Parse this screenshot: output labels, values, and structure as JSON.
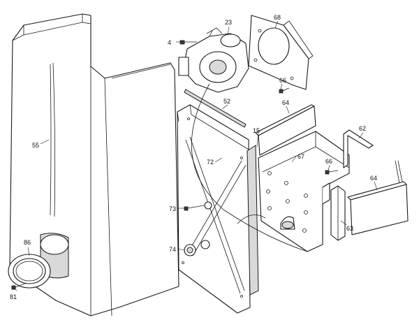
{
  "callouts": {
    "c4": "4",
    "c23": "23",
    "c68": "68",
    "c66a": "66",
    "c52": "52",
    "c64a": "64",
    "c15": "15",
    "c62": "62",
    "c55": "55",
    "c72": "72",
    "c67": "67",
    "c66b": "66",
    "c64b": "64",
    "c73": "73",
    "c63": "63",
    "c86": "86",
    "c74": "74",
    "c81": "81"
  }
}
